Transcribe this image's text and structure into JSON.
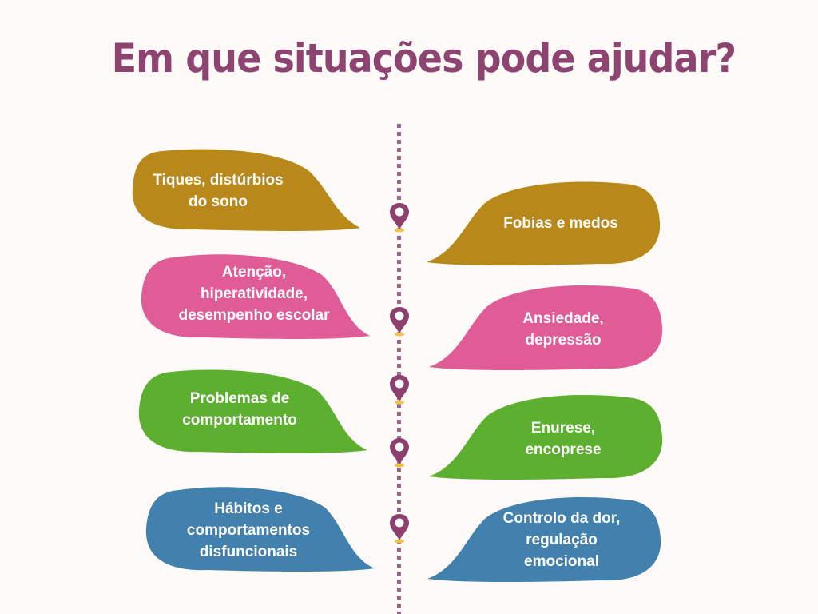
{
  "title": "Em que situações pode ajudar?",
  "colors": {
    "title": "#8d4470",
    "timeline": "#9b6a8c",
    "pin": "#8d3f6d",
    "pin_base": "#f0c24a",
    "mustard": "#b8891a",
    "pink": "#df5c97",
    "green": "#5db02f",
    "blue": "#4280ad",
    "background": "#fdfaf7"
  },
  "left_bubbles": [
    {
      "text": "Tiques, distúrbios\ndo sono",
      "color": "mustard"
    },
    {
      "text": "Atenção,\nhiperatividade,\ndesempenho escolar",
      "color": "pink"
    },
    {
      "text": "Problemas de\ncomportamento",
      "color": "green"
    },
    {
      "text": "Hábitos e\ncomportamentos\ndisfuncionais",
      "color": "blue"
    }
  ],
  "right_bubbles": [
    {
      "text": "Fobias e medos",
      "color": "mustard"
    },
    {
      "text": "Ansiedade,\ndepressão",
      "color": "pink"
    },
    {
      "text": "Enurese,\nencoprese",
      "color": "green"
    },
    {
      "text": "Controlo da dor,\nregulação\nemocional",
      "color": "blue"
    }
  ],
  "pins": [
    {
      "icon": "map-pin-icon"
    },
    {
      "icon": "map-pin-icon"
    },
    {
      "icon": "map-pin-icon"
    },
    {
      "icon": "map-pin-icon"
    },
    {
      "icon": "map-pin-icon"
    }
  ]
}
